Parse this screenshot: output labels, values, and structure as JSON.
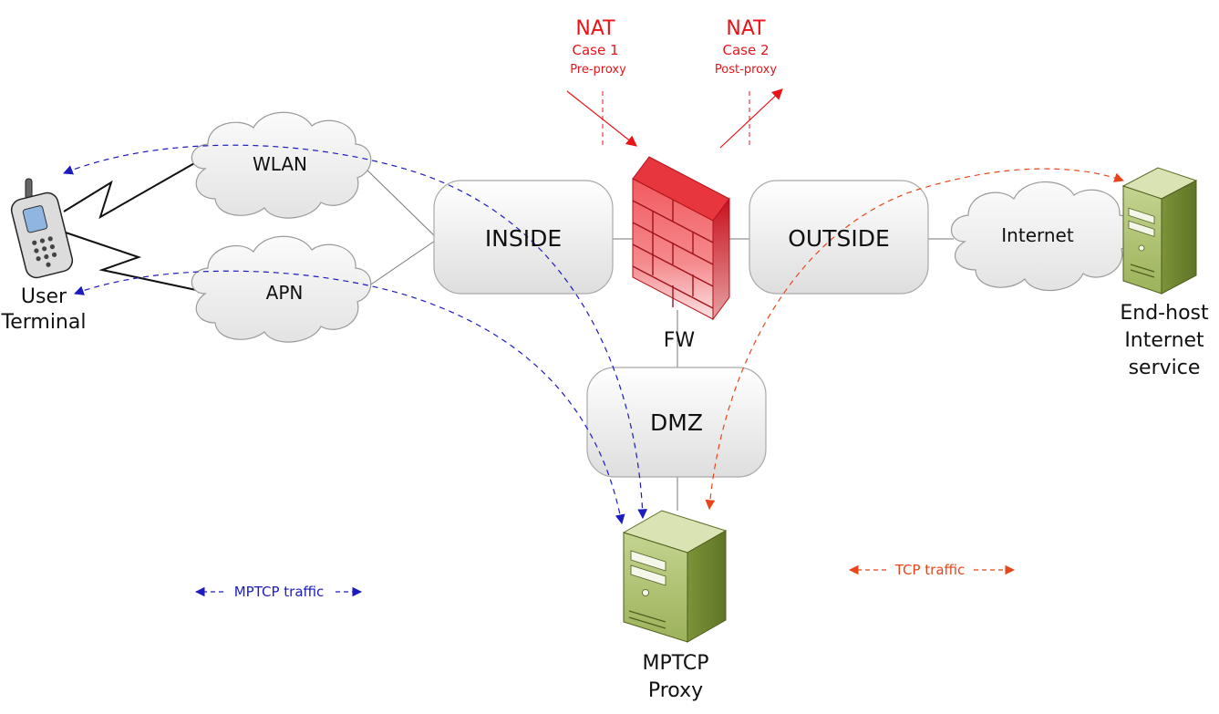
{
  "nodes": {
    "user_terminal": "User Terminal",
    "wlan": "WLAN",
    "apn": "APN",
    "inside": "INSIDE",
    "outside": "OUTSIDE",
    "internet": "Internet",
    "fw": "FW",
    "dmz": "DMZ",
    "end_host": "End-host Internet service",
    "mptcp_proxy": "MPTCP Proxy"
  },
  "nat": {
    "case1": {
      "title": "NAT",
      "case": "Case 1",
      "sub": "Pre-proxy"
    },
    "case2": {
      "title": "NAT",
      "case": "Case 2",
      "sub": "Post-proxy"
    }
  },
  "legend": {
    "mptcp": "MPTCP traffic",
    "tcp": "TCP traffic"
  },
  "colors": {
    "mptcp_traffic": "#1b1bbf",
    "tcp_traffic": "#e8461a",
    "nat": "#e8141a",
    "firewall": "#d9202a",
    "server": "#8fa64c",
    "zone_fill": "#ececec"
  }
}
